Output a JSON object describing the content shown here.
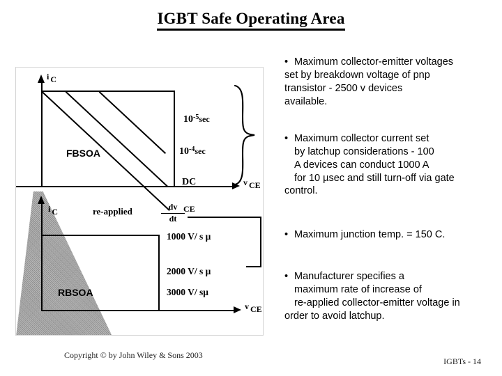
{
  "slide": {
    "title": "IGBT Safe Operating Area"
  },
  "chart_data": [
    {
      "type": "line",
      "name": "FBSOA",
      "title": "FBSOA",
      "region_label": "FBSOA",
      "xlabel": "v",
      "xlabel_sub": "CE",
      "ylabel": "i",
      "ylabel_sub": "C",
      "grid": false,
      "legend": "inline-right",
      "curves": [
        {
          "label_base": "10",
          "label_exp": "-5",
          "label_unit": "sec",
          "note": "shortest pulse, highest boundary"
        },
        {
          "label_base": "10",
          "label_exp": "-4",
          "label_unit": "sec",
          "note": "intermediate pulse boundary"
        },
        {
          "label_base": "DC",
          "label_exp": "",
          "label_unit": "",
          "note": "dc boundary, lowest"
        }
      ]
    },
    {
      "type": "line",
      "name": "RBSOA",
      "title": "RBSOA",
      "region_label": "RBSOA",
      "xlabel": "v",
      "xlabel_sub": "CE",
      "ylabel": "i",
      "ylabel_sub": "C",
      "grid": false,
      "legend": "inline-right",
      "annotation_reapplied": "re-applied",
      "annotation_fraction_numerator": "dv",
      "annotation_fraction_numerator_sub": "CE",
      "annotation_fraction_denominator": "dt",
      "rates": [
        "1000 V/  s   μ",
        "2000 V/  s   μ",
        "3000 V/   sμ"
      ]
    }
  ],
  "bullets": [
    {
      "marker": "•",
      "lines": [
        "Maximum collector-emitter   voltages",
        "set by breakdown    voltage of pnp",
        "transistor -             2500 v devices",
        "available."
      ]
    },
    {
      "marker": "•",
      "lines": [
        "Maximum collector current set",
        "by latchup considerations - 100",
        "A devices can conduct 1000 A",
        "for 10 µsec and still turn-off  via gate"
      ],
      "flush_last": "control."
    },
    {
      "marker": "•",
      "lines": [
        "Maximum junction temp. = 150 C."
      ]
    },
    {
      "marker": "•",
      "lines": [
        "Manufacturer specifies a",
        "maximum rate of increase of",
        "re-applied collector-emitter   voltage in"
      ],
      "flush_last": "order to avoid latchup."
    }
  ],
  "footer": {
    "copyright": "Copyright © by John Wiley & Sons 2003",
    "page": "IGBTs -  14"
  },
  "colors": {
    "ink": "#000000",
    "wedge_gray": "#8a8a8a",
    "frame_border": "#d3d3d3"
  }
}
